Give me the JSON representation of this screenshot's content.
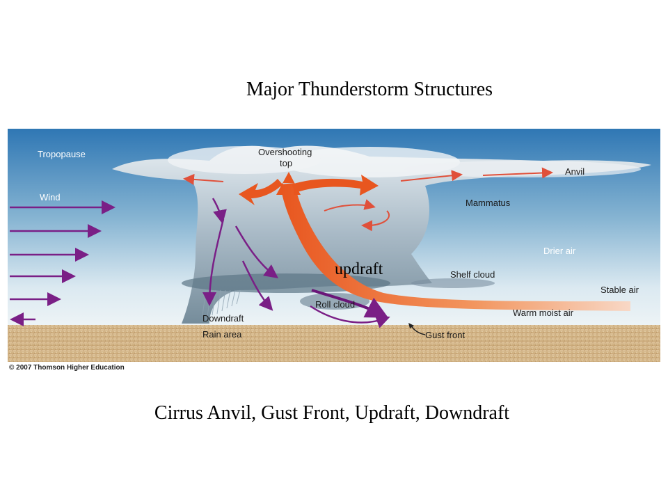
{
  "slide": {
    "title": "Major Thunderstorm Structures",
    "caption": "Cirrus Anvil, Gust Front, Updraft, Downdraft"
  },
  "figure": {
    "labels": {
      "tropopause": "Tropopause",
      "wind": "Wind",
      "overshooting_line1": "Overshooting",
      "overshooting_line2": "top",
      "anvil": "Anvil",
      "mammatus": "Mammatus",
      "drier_air": "Drier air",
      "shelf_cloud": "Shelf cloud",
      "stable_air": "Stable air",
      "updraft": "updraft",
      "roll_cloud": "Roll cloud",
      "warm_moist_air": "Warm moist air",
      "downdraft": "Downdraft",
      "rain_area": "Rain area",
      "gust_front": "Gust front"
    },
    "credit": "© 2007 Thomson Higher Education"
  },
  "colors": {
    "sky_top": "#2f77b4",
    "sky_bottom": "#e9f1f5",
    "ground": "#d7b98c",
    "updraft": "#e8561f",
    "downdraft_arrows": "#7a1f86",
    "anvil_arrows": "#e0503a"
  }
}
